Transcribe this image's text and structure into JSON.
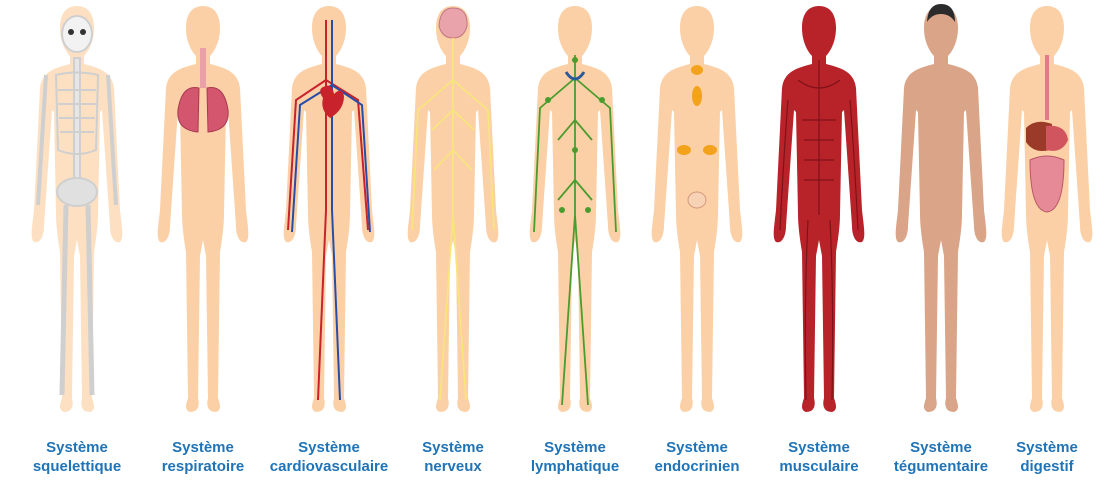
{
  "colors": {
    "skin": "#fcd0a6",
    "skin_dark": "#d9a487",
    "label": "#1f73b7"
  },
  "systems": [
    {
      "line1": "Système",
      "line2": "squelettique",
      "icon": "skeleton-figure"
    },
    {
      "line1": "Système",
      "line2": "respiratoire",
      "icon": "lungs-figure"
    },
    {
      "line1": "Système",
      "line2": "cardiovasculaire",
      "icon": "heart-vessels-figure"
    },
    {
      "line1": "Système",
      "line2": "nerveux",
      "icon": "brain-nerves-figure"
    },
    {
      "line1": "Système",
      "line2": "lymphatique",
      "icon": "lymph-figure"
    },
    {
      "line1": "Système",
      "line2": "endocrinien",
      "icon": "glands-figure"
    },
    {
      "line1": "Système",
      "line2": "musculaire",
      "icon": "muscles-figure"
    },
    {
      "line1": "Système",
      "line2": "tégumentaire",
      "icon": "skin-figure"
    },
    {
      "line1": "Système",
      "line2": "digestif",
      "icon": "digestive-figure"
    }
  ]
}
